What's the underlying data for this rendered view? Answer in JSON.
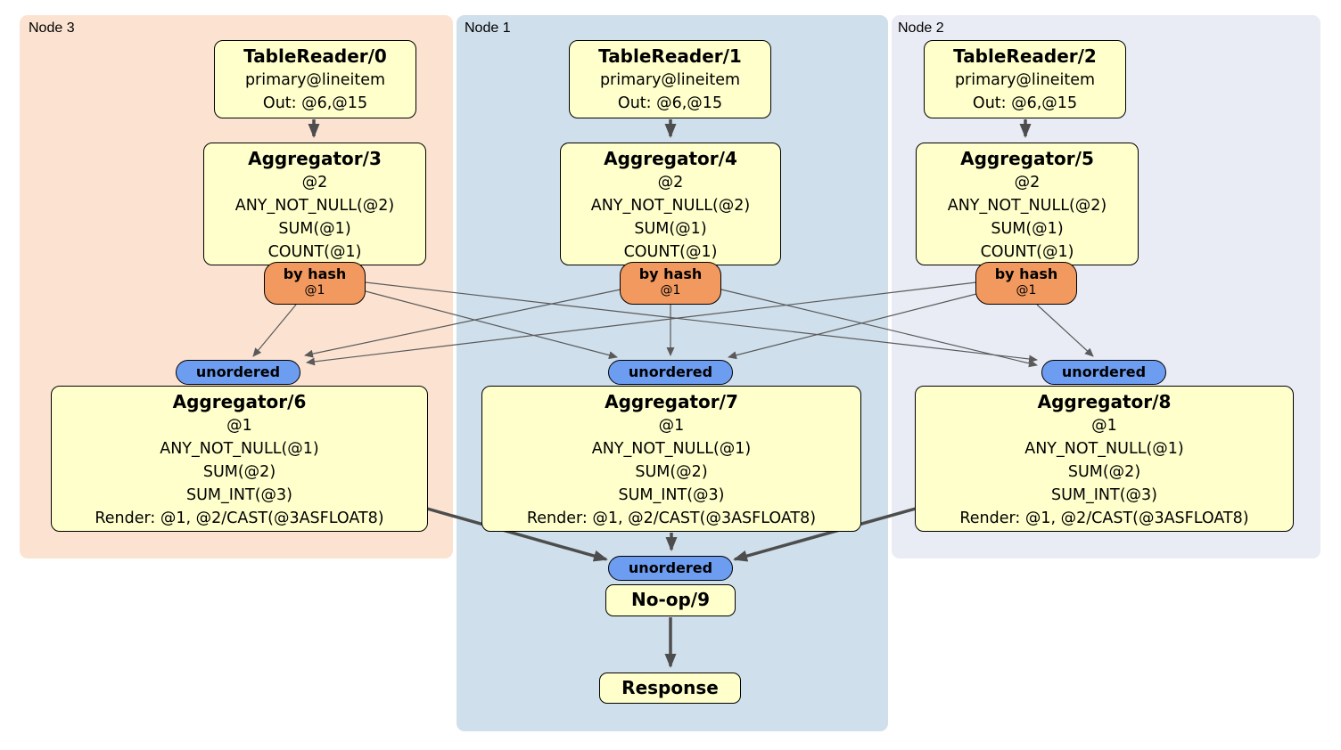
{
  "plan": {
    "nodes": [
      {
        "label": "Node 3",
        "table_reader": {
          "title": "TableReader/0",
          "lines": [
            "primary@lineitem",
            "Out: @6,@15"
          ]
        },
        "aggregator_top": {
          "title": "Aggregator/3",
          "lines": [
            "@2",
            "ANY_NOT_NULL(@2)",
            "SUM(@1)",
            "COUNT(@1)"
          ]
        },
        "router": {
          "label": "by hash",
          "detail": "@1"
        },
        "sync": {
          "label": "unordered"
        },
        "aggregator_bottom": {
          "title": "Aggregator/6",
          "lines": [
            "@1",
            "ANY_NOT_NULL(@1)",
            "SUM(@2)",
            "SUM_INT(@3)",
            "Render: @1, @2/CAST(@3ASFLOAT8)"
          ]
        }
      },
      {
        "label": "Node 1",
        "table_reader": {
          "title": "TableReader/1",
          "lines": [
            "primary@lineitem",
            "Out: @6,@15"
          ]
        },
        "aggregator_top": {
          "title": "Aggregator/4",
          "lines": [
            "@2",
            "ANY_NOT_NULL(@2)",
            "SUM(@1)",
            "COUNT(@1)"
          ]
        },
        "router": {
          "label": "by hash",
          "detail": "@1"
        },
        "sync": {
          "label": "unordered"
        },
        "aggregator_bottom": {
          "title": "Aggregator/7",
          "lines": [
            "@1",
            "ANY_NOT_NULL(@1)",
            "SUM(@2)",
            "SUM_INT(@3)",
            "Render: @1, @2/CAST(@3ASFLOAT8)"
          ]
        }
      },
      {
        "label": "Node 2",
        "table_reader": {
          "title": "TableReader/2",
          "lines": [
            "primary@lineitem",
            "Out: @6,@15"
          ]
        },
        "aggregator_top": {
          "title": "Aggregator/5",
          "lines": [
            "@2",
            "ANY_NOT_NULL(@2)",
            "SUM(@1)",
            "COUNT(@1)"
          ]
        },
        "router": {
          "label": "by hash",
          "detail": "@1"
        },
        "sync": {
          "label": "unordered"
        },
        "aggregator_bottom": {
          "title": "Aggregator/8",
          "lines": [
            "@1",
            "ANY_NOT_NULL(@1)",
            "SUM(@2)",
            "SUM_INT(@3)",
            "Render: @1, @2/CAST(@3ASFLOAT8)"
          ]
        }
      }
    ],
    "final": {
      "sync": {
        "label": "unordered"
      },
      "noop": {
        "title": "No-op/9"
      },
      "response": {
        "title": "Response"
      }
    },
    "colors": {
      "node3_bg": "#fce3d1",
      "node1_bg": "#cfdfeb",
      "node2_bg": "#e9ecf5",
      "processor_fill": "#ffffcc",
      "router_fill": "#f2995f",
      "sync_fill": "#6d9df1",
      "edge_thin": "#5a5a5a",
      "edge_thick": "#4d4d4d"
    }
  }
}
